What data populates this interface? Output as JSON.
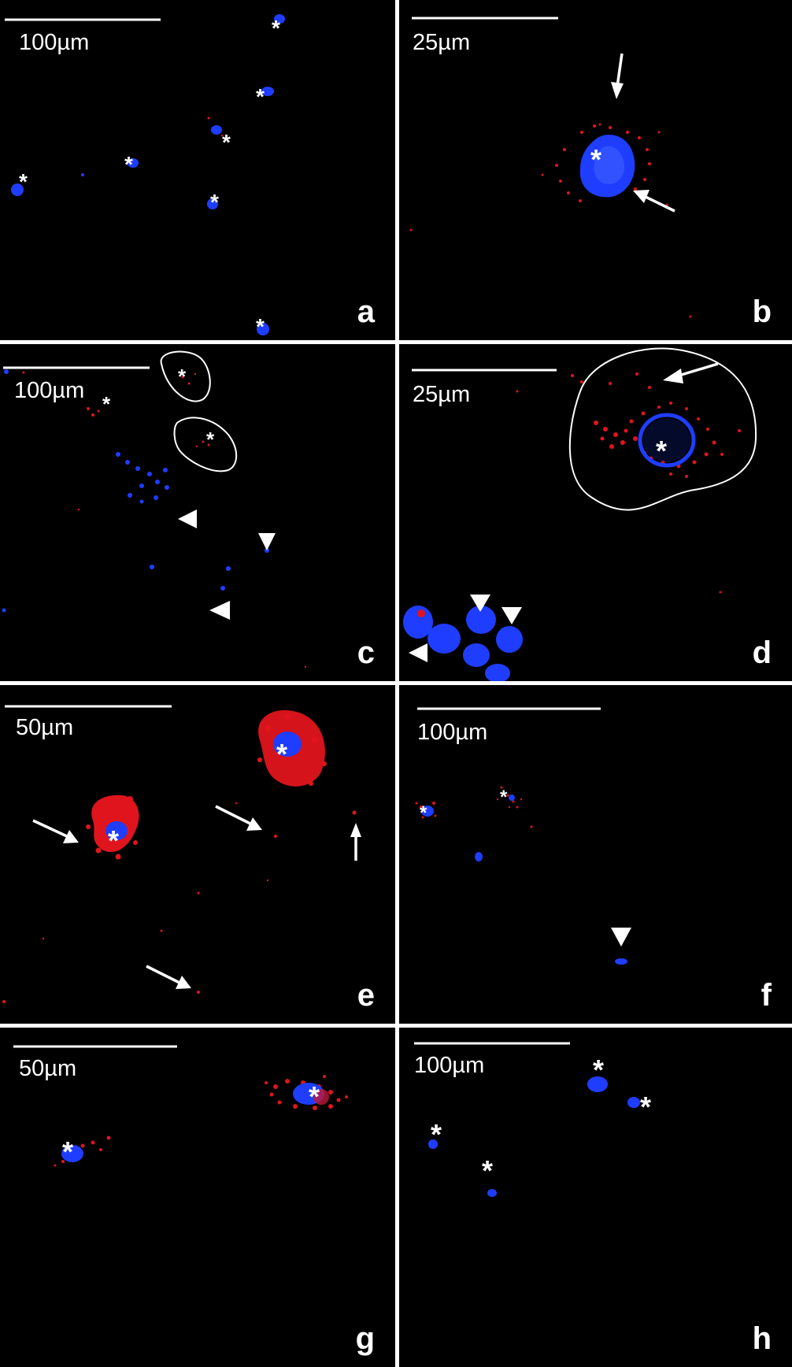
{
  "panels": {
    "a": {
      "letter": "a",
      "scale": "100µm"
    },
    "b": {
      "letter": "b",
      "scale": "25µm"
    },
    "c": {
      "letter": "c",
      "scale": "100µm"
    },
    "d": {
      "letter": "d",
      "scale": "25µm"
    },
    "e": {
      "letter": "e",
      "scale": "50µm"
    },
    "f": {
      "letter": "f",
      "scale": "100µm"
    },
    "g": {
      "letter": "g",
      "scale": "50µm"
    },
    "h": {
      "letter": "h",
      "scale": "100µm"
    }
  },
  "colors": {
    "background": "#000000",
    "nucleus_blue": "#1f3dff",
    "signal_red": "#e0141c",
    "annotation_white": "#ffffff"
  }
}
